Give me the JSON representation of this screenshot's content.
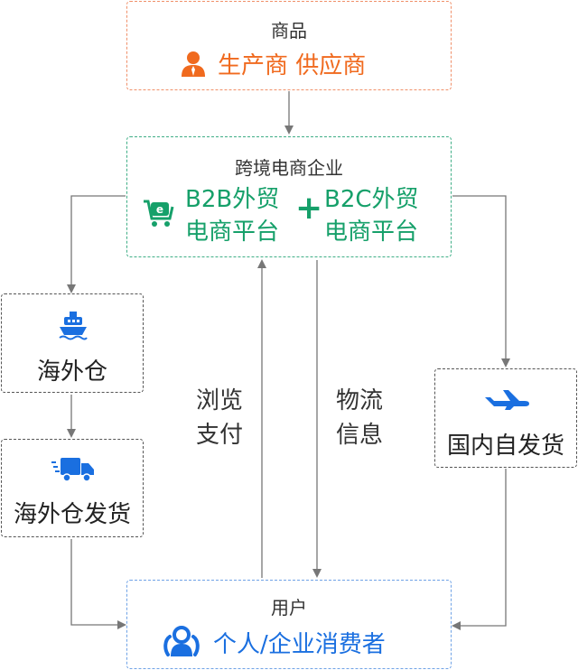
{
  "nodes": {
    "goods": {
      "title": "商品",
      "subtitle": "生产商 供应商"
    },
    "enterprise": {
      "title": "跨境电商企业",
      "b2b_line1": "B2B外贸",
      "b2b_line2": "电商平台",
      "plus": "+",
      "b2c_line1": "B2C外贸",
      "b2c_line2": "电商平台"
    },
    "overseas_warehouse": {
      "label": "海外仓"
    },
    "overseas_shipping": {
      "label": "海外仓发货"
    },
    "domestic_shipping": {
      "label": "国内自发货"
    },
    "user": {
      "title": "用户",
      "subtitle": "个人/企业消费者"
    }
  },
  "edges": {
    "browse_pay": {
      "line1": "浏览",
      "line2": "支付"
    },
    "logistics": {
      "line1": "物流",
      "line2": "信息"
    }
  },
  "colors": {
    "orange": "#f06a1e",
    "green": "#16a06a",
    "blue": "#1a6fe0",
    "arrow": "#777777"
  },
  "icons": {
    "goods": "person-icon",
    "enterprise": "ecommerce-cart-icon",
    "overseas_warehouse": "ship-icon",
    "overseas_shipping": "truck-icon",
    "domestic_shipping": "airplane-icon",
    "user": "users-icon"
  }
}
